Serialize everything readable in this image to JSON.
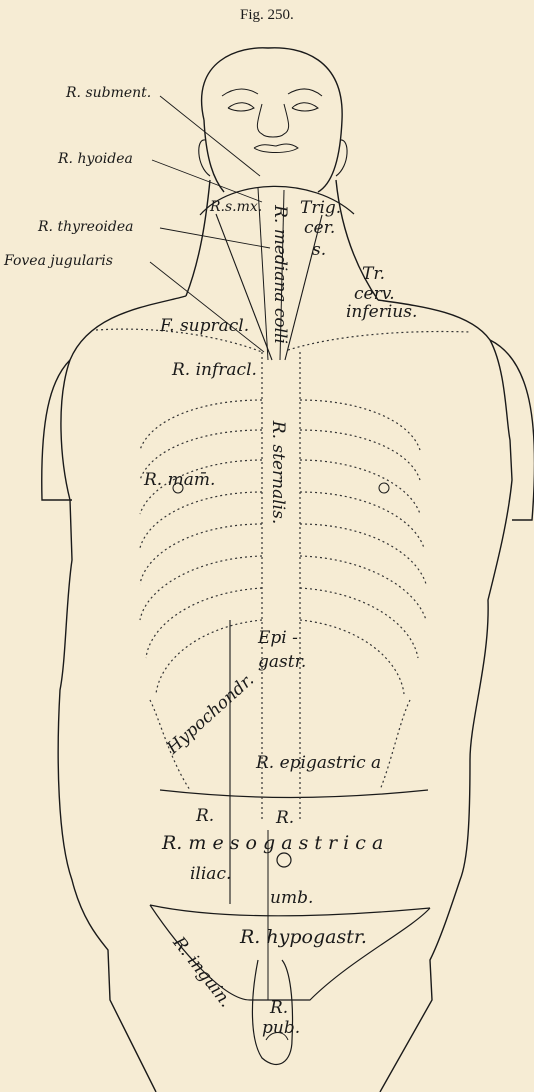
{
  "figure": {
    "caption": "Fig. 250."
  },
  "leader_labels": {
    "submentalis": "R. subment.",
    "hyoidea": "R. hyoidea",
    "thyreoidea": "R. thyreoidea",
    "fovea": "Fovea jugularis"
  },
  "regions": {
    "submaxillaris": "R.s.mx.",
    "mediana_colli": "R. mediana colli",
    "trig_cer": "Trig.",
    "trig_cer2": "cer.",
    "trig_cer3": "s.",
    "tr_cerv": "Tr.",
    "tr_cerv2": "cerv.",
    "tr_cerv3": "inferius.",
    "f_supracl": "F. supracl.",
    "infracl": "R. infracl.",
    "mamm": "R. mam̄.",
    "sternalis": "R. sternalis.",
    "epi": "Epi -",
    "gastr": "gastr.",
    "hypochondr": "Hypochondr.",
    "epigastrica": "R. epigastric a",
    "r_meso": "R.",
    "mesogastrica": "R. m e s o g a s t r i c a",
    "iliac_r": "R.",
    "iliac": "iliac.",
    "umb": "umb.",
    "hypogastr": "R. hypogastr.",
    "inguin": "R. inguin.",
    "pub_r": "R.",
    "pub": "pub."
  }
}
